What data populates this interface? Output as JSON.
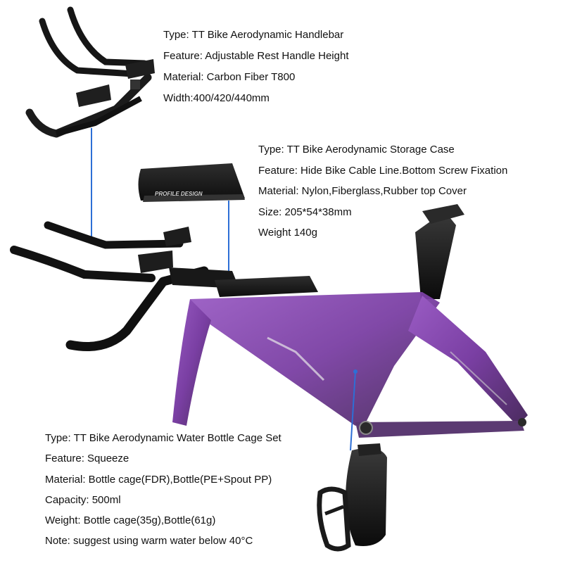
{
  "colors": {
    "frame_purple": "#8a4fb0",
    "frame_dark": "#3b2a4a",
    "carbon_black": "#141414",
    "leader_blue": "#2d6fd6"
  },
  "handlebar": {
    "lines": [
      "Type: TT Bike Aerodynamic Handlebar",
      "Feature: Adjustable Rest Handle Height",
      "Material: Carbon Fiber T800",
      "Width:400/420/440mm"
    ]
  },
  "storage_case": {
    "brand_mark": "PROFILE DESIGN",
    "lines": [
      "Type: TT Bike Aerodynamic Storage Case",
      "Feature: Hide Bike Cable Line.Bottom Screw Fixation",
      "Material: Nylon,Fiberglass,Rubber top Cover",
      "Size: 205*54*38mm",
      "Weight 140g"
    ]
  },
  "bottle_cage": {
    "lines": [
      "Type: TT Bike Aerodynamic Water Bottle Cage Set",
      "Feature: Squeeze",
      "Material: Bottle cage(FDR),Bottle(PE+Spout PP)",
      "Capacity: 500ml",
      "Weight: Bottle cage(35g),Bottle(61g)",
      "Note: suggest using warm water below 40°C"
    ]
  }
}
